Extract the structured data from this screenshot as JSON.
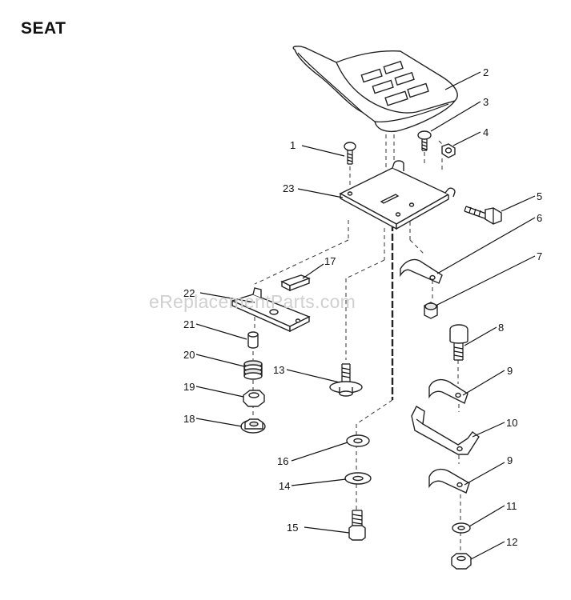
{
  "title": "SEAT",
  "watermark": "eReplacementParts.com",
  "callouts": [
    {
      "id": "1",
      "text": "1"
    },
    {
      "id": "2",
      "text": "2"
    },
    {
      "id": "3",
      "text": "3"
    },
    {
      "id": "4",
      "text": "4"
    },
    {
      "id": "5",
      "text": "5"
    },
    {
      "id": "6",
      "text": "6"
    },
    {
      "id": "7",
      "text": "7"
    },
    {
      "id": "8",
      "text": "8"
    },
    {
      "id": "9a",
      "text": "9"
    },
    {
      "id": "9b",
      "text": "9"
    },
    {
      "id": "10",
      "text": "10"
    },
    {
      "id": "11",
      "text": "11"
    },
    {
      "id": "12",
      "text": "12"
    },
    {
      "id": "13",
      "text": "13"
    },
    {
      "id": "14",
      "text": "14"
    },
    {
      "id": "15",
      "text": "15"
    },
    {
      "id": "16",
      "text": "16"
    },
    {
      "id": "17",
      "text": "17"
    },
    {
      "id": "18",
      "text": "18"
    },
    {
      "id": "19",
      "text": "19"
    },
    {
      "id": "20",
      "text": "20"
    },
    {
      "id": "21",
      "text": "21"
    },
    {
      "id": "22",
      "text": "22"
    },
    {
      "id": "23",
      "text": "23"
    }
  ]
}
